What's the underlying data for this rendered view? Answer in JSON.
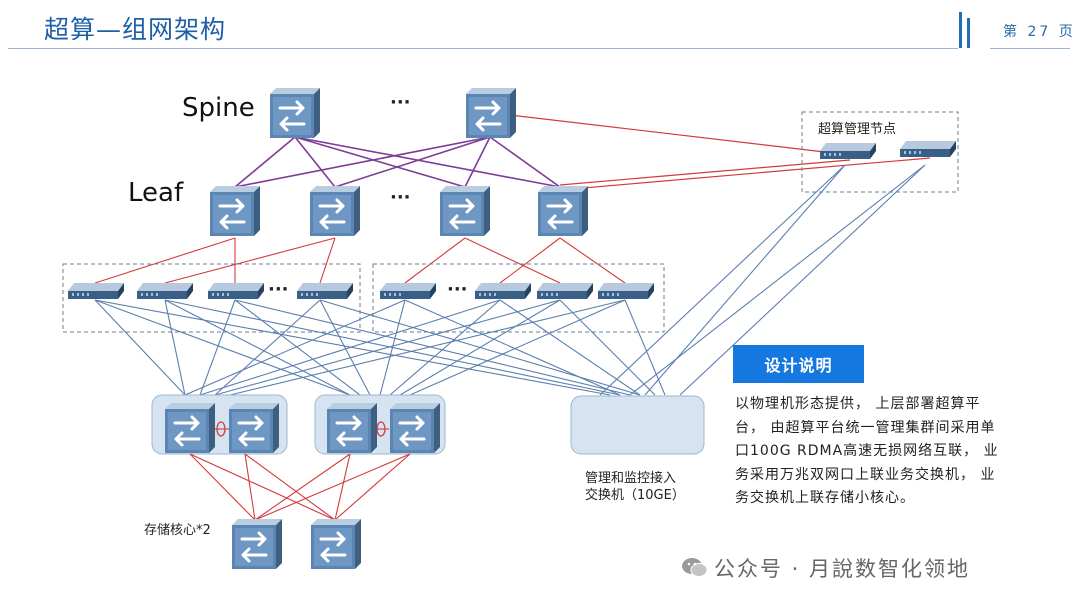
{
  "header": {
    "title": "超算—组网架构",
    "page_label": "第 27 页"
  },
  "diagram": {
    "spine_label": "Spine",
    "leaf_label": "Leaf",
    "ellipsis": "···",
    "mgmt_nodes_label": "超算管理节点",
    "mgmt_switch_label": [
      "管理和监控接入",
      "交换机（10GE）"
    ],
    "storage_core_label": "存储核心*2"
  },
  "design": {
    "heading": "设计说明",
    "body": "以物理机形态提供， 上层部署超算平台， 由超算平台统一管理集群间采用单口100G RDMA高速无损网络互联， 业务采用万兆双网口上联业务交换机， 业务交换机上联存储小核心。"
  },
  "watermark": {
    "text": "公众号 · 月說数智化领地"
  },
  "colors": {
    "brand": "#1f5fa8",
    "design_heading_bg": "#1577e0",
    "spine_link": "#7d3c98",
    "red_link": "#d43a3a",
    "blue_link": "#5b7fae"
  },
  "icons": {
    "switch": "switch-icon",
    "server": "server-icon",
    "wechat": "wechat-icon"
  }
}
